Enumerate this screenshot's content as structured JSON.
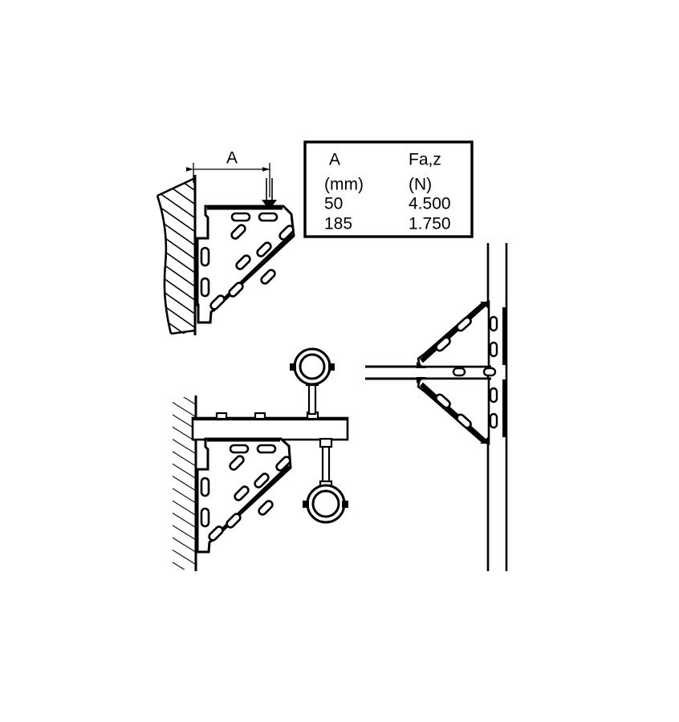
{
  "drawing": {
    "title": "Wall bracket load capacity drawing",
    "background_color": "#ffffff",
    "line_color": "#000000",
    "views": [
      {
        "name": "side-elevation-bracket-with-load-arrow",
        "description": "Side elevation of slotted triangular wall bracket mounted on hatched wall, with downward load arrow at distance A from wall"
      },
      {
        "name": "side-elevation-bracket-with-beam-and-pipe-clamps",
        "description": "Side elevation of bracket supporting horizontal beam carrying an upper pipe clamp on a threaded rod and a lower suspended pipe clamp"
      },
      {
        "name": "plan-view-bracket-pair-on-rail",
        "description": "Plan view showing two mirrored brackets bolted to a vertical slotted mounting rail"
      }
    ]
  },
  "dimension": {
    "label": "A",
    "arrow_label": "load-arrow-down"
  },
  "table": {
    "name": "load-capacity-table",
    "columns": [
      "A",
      "Fa,z"
    ],
    "units": [
      "(mm)",
      "(N)"
    ],
    "rows": [
      {
        "A": "50",
        "Fa_z": "4.500"
      },
      {
        "A": "185",
        "Fa_z": "1.750"
      }
    ],
    "border_color": "#000000",
    "border_width": 3
  },
  "chart_data": {
    "type": "table",
    "title": "Bracket axial load capacity",
    "categories": [
      "50",
      "185"
    ],
    "series": [
      {
        "name": "Fa,z (N)",
        "values": [
          4500,
          1750
        ]
      }
    ],
    "xlabel": "A (mm)",
    "ylabel": "Fa,z (N)",
    "column_headers": [
      "A",
      "Fa,z"
    ],
    "column_units": [
      "(mm)",
      "(N)"
    ],
    "cells": [
      [
        "A",
        "Fa,z"
      ],
      [
        "(mm)",
        "(N)"
      ],
      [
        "50",
        "4.500"
      ],
      [
        "185",
        "1.750"
      ]
    ]
  }
}
